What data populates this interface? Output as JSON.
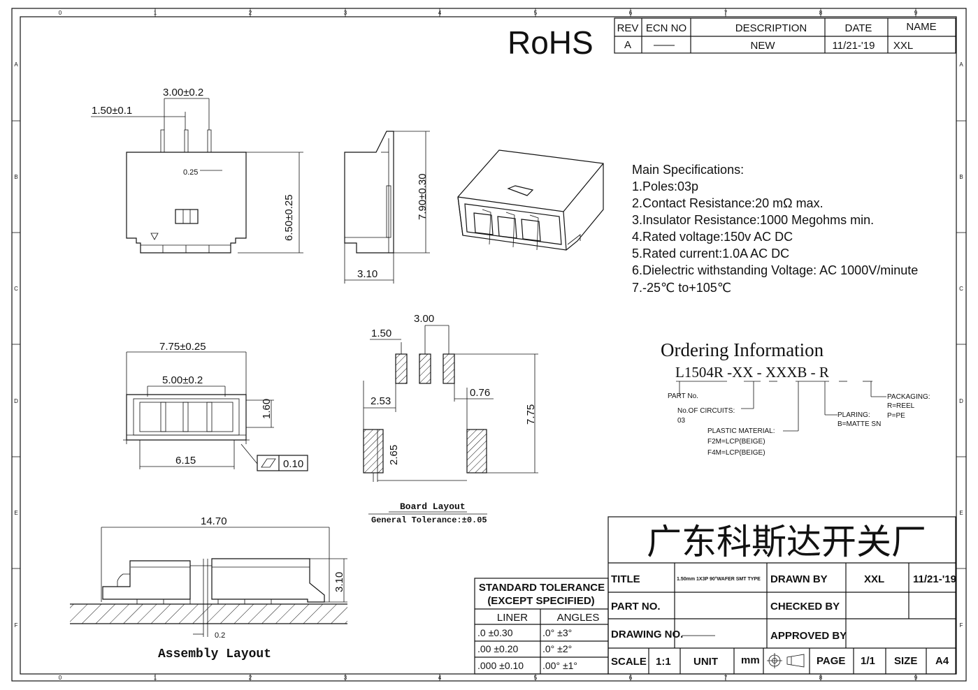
{
  "rohs": "RoHS",
  "zone_columns": [
    "0",
    "1",
    "2",
    "3",
    "4",
    "5",
    "6",
    "7",
    "8",
    "9"
  ],
  "zone_rows": [
    "A",
    "B",
    "C",
    "D",
    "E",
    "F"
  ],
  "revision_table": {
    "headers": [
      "REV",
      "ECN NO",
      "DESCRIPTION",
      "DATE",
      "NAME"
    ],
    "row": [
      "A",
      "——",
      "NEW",
      "11/21-'19",
      "XXL"
    ]
  },
  "dims": {
    "pin_pitch": "3.00±0.2",
    "pin_offset": "1.50±0.1",
    "pin_width": "0.25",
    "body_height": "6.50±0.25",
    "side_height": "7.90±0.30",
    "side_depth": "3.10",
    "bottom_width": "7.75±0.25",
    "bottom_inner": "5.00±0.2",
    "bottom_h": "1.60",
    "bottom_base": "6.15",
    "flatness": "0.10",
    "pad_offset": "1.50",
    "pad_pitch": "3.00",
    "pad_left": "2.53",
    "pad_gap": "0.76",
    "pad_total": "7.75",
    "pad_h": "2.65",
    "assembly_len": "14.70",
    "assembly_h": "3.10",
    "assembly_offset": "0.2"
  },
  "board_layout": {
    "title": "Board Layout",
    "tolerance": "General Tolerance:±0.05"
  },
  "assembly_title": "Assembly Layout",
  "specs": {
    "title": "Main Specifications:",
    "items": [
      "1.Poles:03p",
      "2.Contact Resistance:20 mΩ max.",
      "3.Insulator Resistance:1000 Megohms min.",
      "4.Rated voltage:150v AC DC",
      "5.Rated current:1.0A AC DC",
      "6.Dielectric withstanding Voltage: AC 1000V/minute",
      "7.-25℃ to+105℃"
    ]
  },
  "ordering": {
    "title": "Ordering Information",
    "code": "L1504R -XX - XXXB - R",
    "part_no": "PART No.",
    "circuits": "No.OF CIRCUITS:",
    "circuits_val": "03",
    "plastic": "PLASTIC MATERIAL:",
    "plastic_1": "F2M=LCP(BEIGE)",
    "plastic_2": "F4M=LCP(BEIGE)",
    "plating": "PLARING:",
    "plating_val": "B=MATTE SN",
    "packaging": "PACKAGING:",
    "packaging_1": "R=REEL",
    "packaging_2": "P=PE"
  },
  "tolerance_table": {
    "title1": "STANDARD TOLERANCE",
    "title2": "(EXCEPT  SPECIFIED)",
    "col1": "LINER",
    "col2": "ANGLES",
    "rows": [
      [
        ".0  ±0.30",
        ".0°  ±3°"
      ],
      [
        ".00  ±0.20",
        ".0°  ±2°"
      ],
      [
        ".000 ±0.10",
        ".00° ±1°"
      ]
    ]
  },
  "title_block": {
    "company": "广东科斯达开关厂",
    "title_label": "TITLE",
    "title_value": "1.50mm 1X3P 90°WAFER SMT TYPE",
    "drawn_by_label": "DRAWN BY",
    "drawn_by": "XXL",
    "drawn_date": "11/21-'19",
    "part_no_label": "PART NO.",
    "checked_by_label": "CHECKED BY",
    "drawing_no_label": "DRAWING NO.",
    "drawing_no": "————",
    "approved_by_label": "APPROVED BY",
    "scale_label": "SCALE",
    "scale": "1:1",
    "unit_label": "UNIT",
    "unit": "mm",
    "page_label": "PAGE",
    "page": "1/1",
    "size_label": "SIZE",
    "size": "A4"
  }
}
